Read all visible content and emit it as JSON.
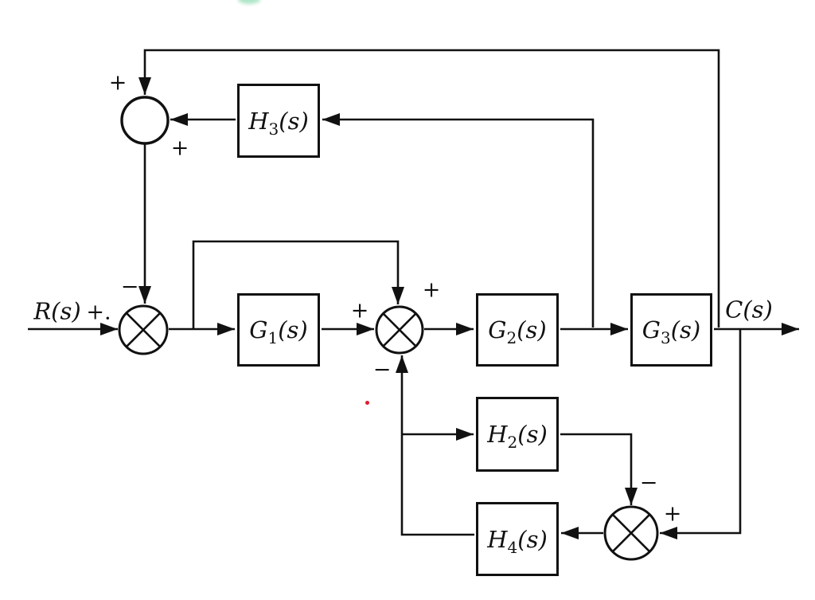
{
  "diagram": {
    "type": "control-system-block-diagram",
    "input_label": "R(s)",
    "output_label": "C(s)",
    "blocks": {
      "h3": {
        "base": "H",
        "sub": "3",
        "arg": "(s)"
      },
      "g1": {
        "base": "G",
        "sub": "1",
        "arg": "(s)"
      },
      "g2": {
        "base": "G",
        "sub": "2",
        "arg": "(s)"
      },
      "g3": {
        "base": "G",
        "sub": "3",
        "arg": "(s)"
      },
      "h2": {
        "base": "H",
        "sub": "2",
        "arg": "(s)"
      },
      "h4": {
        "base": "H",
        "sub": "4",
        "arg": "(s)"
      }
    },
    "signs": {
      "sum1_top": "+",
      "sum1_output": "+",
      "sum2_top": "−",
      "sum2_input": "+.",
      "sum3_input": "+",
      "sum3_top": "+",
      "sum3_bottom": "−",
      "sum4_top": "−",
      "sum4_right": "+"
    },
    "colors": {
      "line": "#111111",
      "background": "#ffffff",
      "red_dot": "#e01b2e",
      "green_smudge": "#a7e3c2"
    }
  }
}
